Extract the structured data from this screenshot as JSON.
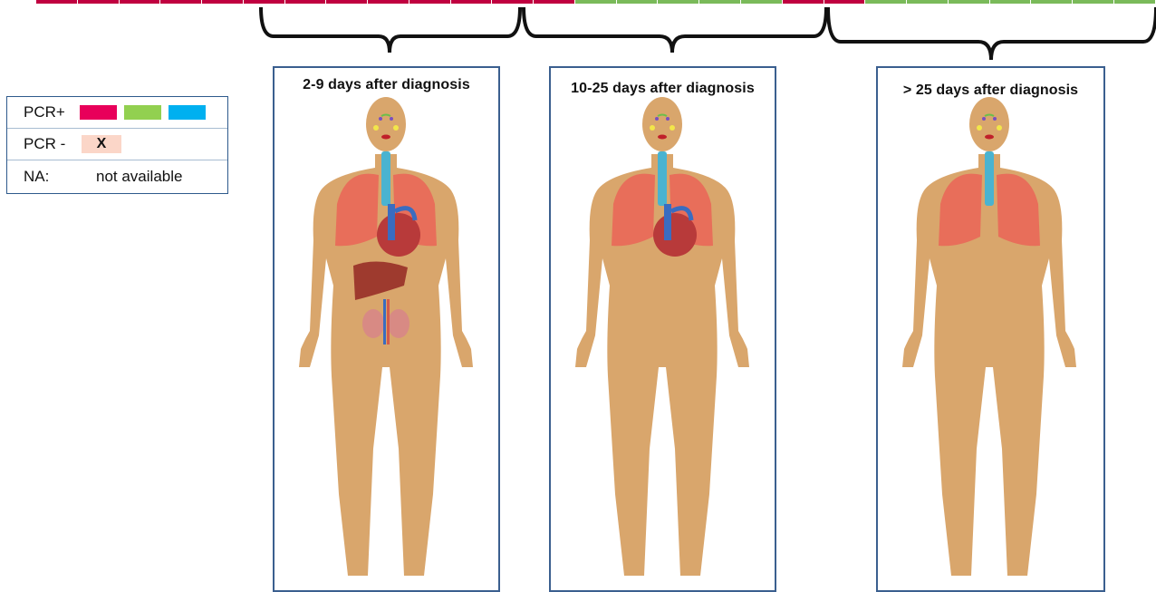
{
  "top_strip": {
    "colors": [
      "#c00040",
      "#c00040",
      "#c00040",
      "#c00040",
      "#c00040",
      "#c00040",
      "#c00040",
      "#c00040",
      "#c00040",
      "#c00040",
      "#c00040",
      "#c00040",
      "#c00040",
      "#7aba5a",
      "#7aba5a",
      "#7aba5a",
      "#7aba5a",
      "#7aba5a",
      "#c00040",
      "#c00040",
      "#7aba5a",
      "#7aba5a",
      "#7aba5a",
      "#7aba5a",
      "#7aba5a",
      "#7aba5a",
      "#7aba5a"
    ]
  },
  "legend": {
    "pos_label": "PCR+",
    "pos_colors": [
      "#e8005a",
      "#92d050",
      "#00b0f0"
    ],
    "neg_label": "PCR -",
    "neg_symbol": "X",
    "neg_color": "#fbd6c8",
    "na_label": "NA:",
    "na_text": "not available"
  },
  "panels": [
    {
      "title": "2-9 days after diagnosis",
      "organs": [
        "lungs",
        "heart",
        "liver",
        "kidneys"
      ]
    },
    {
      "title": "10-25 days after diagnosis",
      "organs": [
        "lungs",
        "heart"
      ]
    },
    {
      "title": "> 25 days after diagnosis",
      "organs": [
        "lungs"
      ]
    }
  ],
  "colors": {
    "skin": "#d9a66c",
    "lung": "#e86e5a",
    "trachea": "#4ab3d0",
    "heart": "#b83a3a",
    "liver": "#9e3a2e",
    "kidney": "#d88a84",
    "border": "#3b5f8f"
  }
}
